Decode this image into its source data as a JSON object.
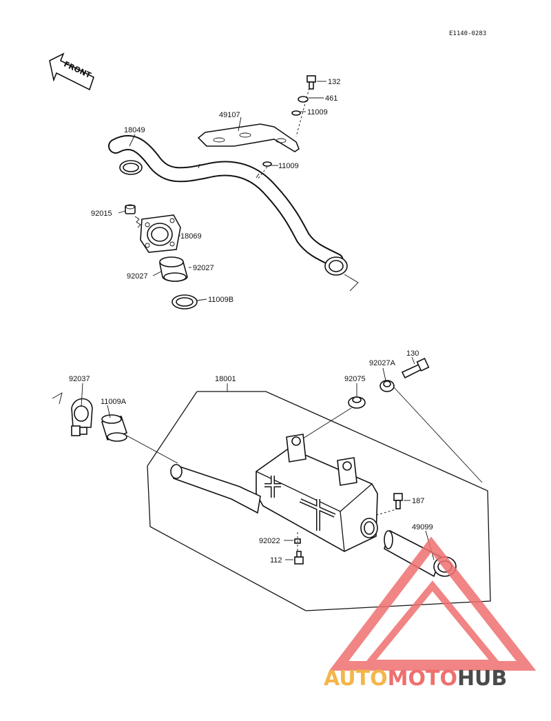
{
  "diagram_ref": "E1140-0283",
  "front_label": "FRONT",
  "labels": {
    "p132": "132",
    "p461": "461",
    "p11009_top": "11009",
    "p49107": "49107",
    "p11009_mid": "11009",
    "p18049": "18049",
    "p92015": "92015",
    "p18069": "18069",
    "p92027_left": "92027",
    "p92027_right": "92027",
    "p11009B": "11009B",
    "p130": "130",
    "p92027A": "92027A",
    "p92037": "92037",
    "p18001": "18001",
    "p92075": "92075",
    "p11009A": "11009A",
    "p187": "187",
    "p49099": "49099",
    "p92022": "92022",
    "p112": "112"
  },
  "watermark": {
    "part1": "AUTO",
    "part2": "MOTO",
    "part3": "HUB",
    "color1": "#f5b54a",
    "color2": "#ef6f6f",
    "color3": "#4a4a4a",
    "triangle_color": "#ef6f6f"
  }
}
